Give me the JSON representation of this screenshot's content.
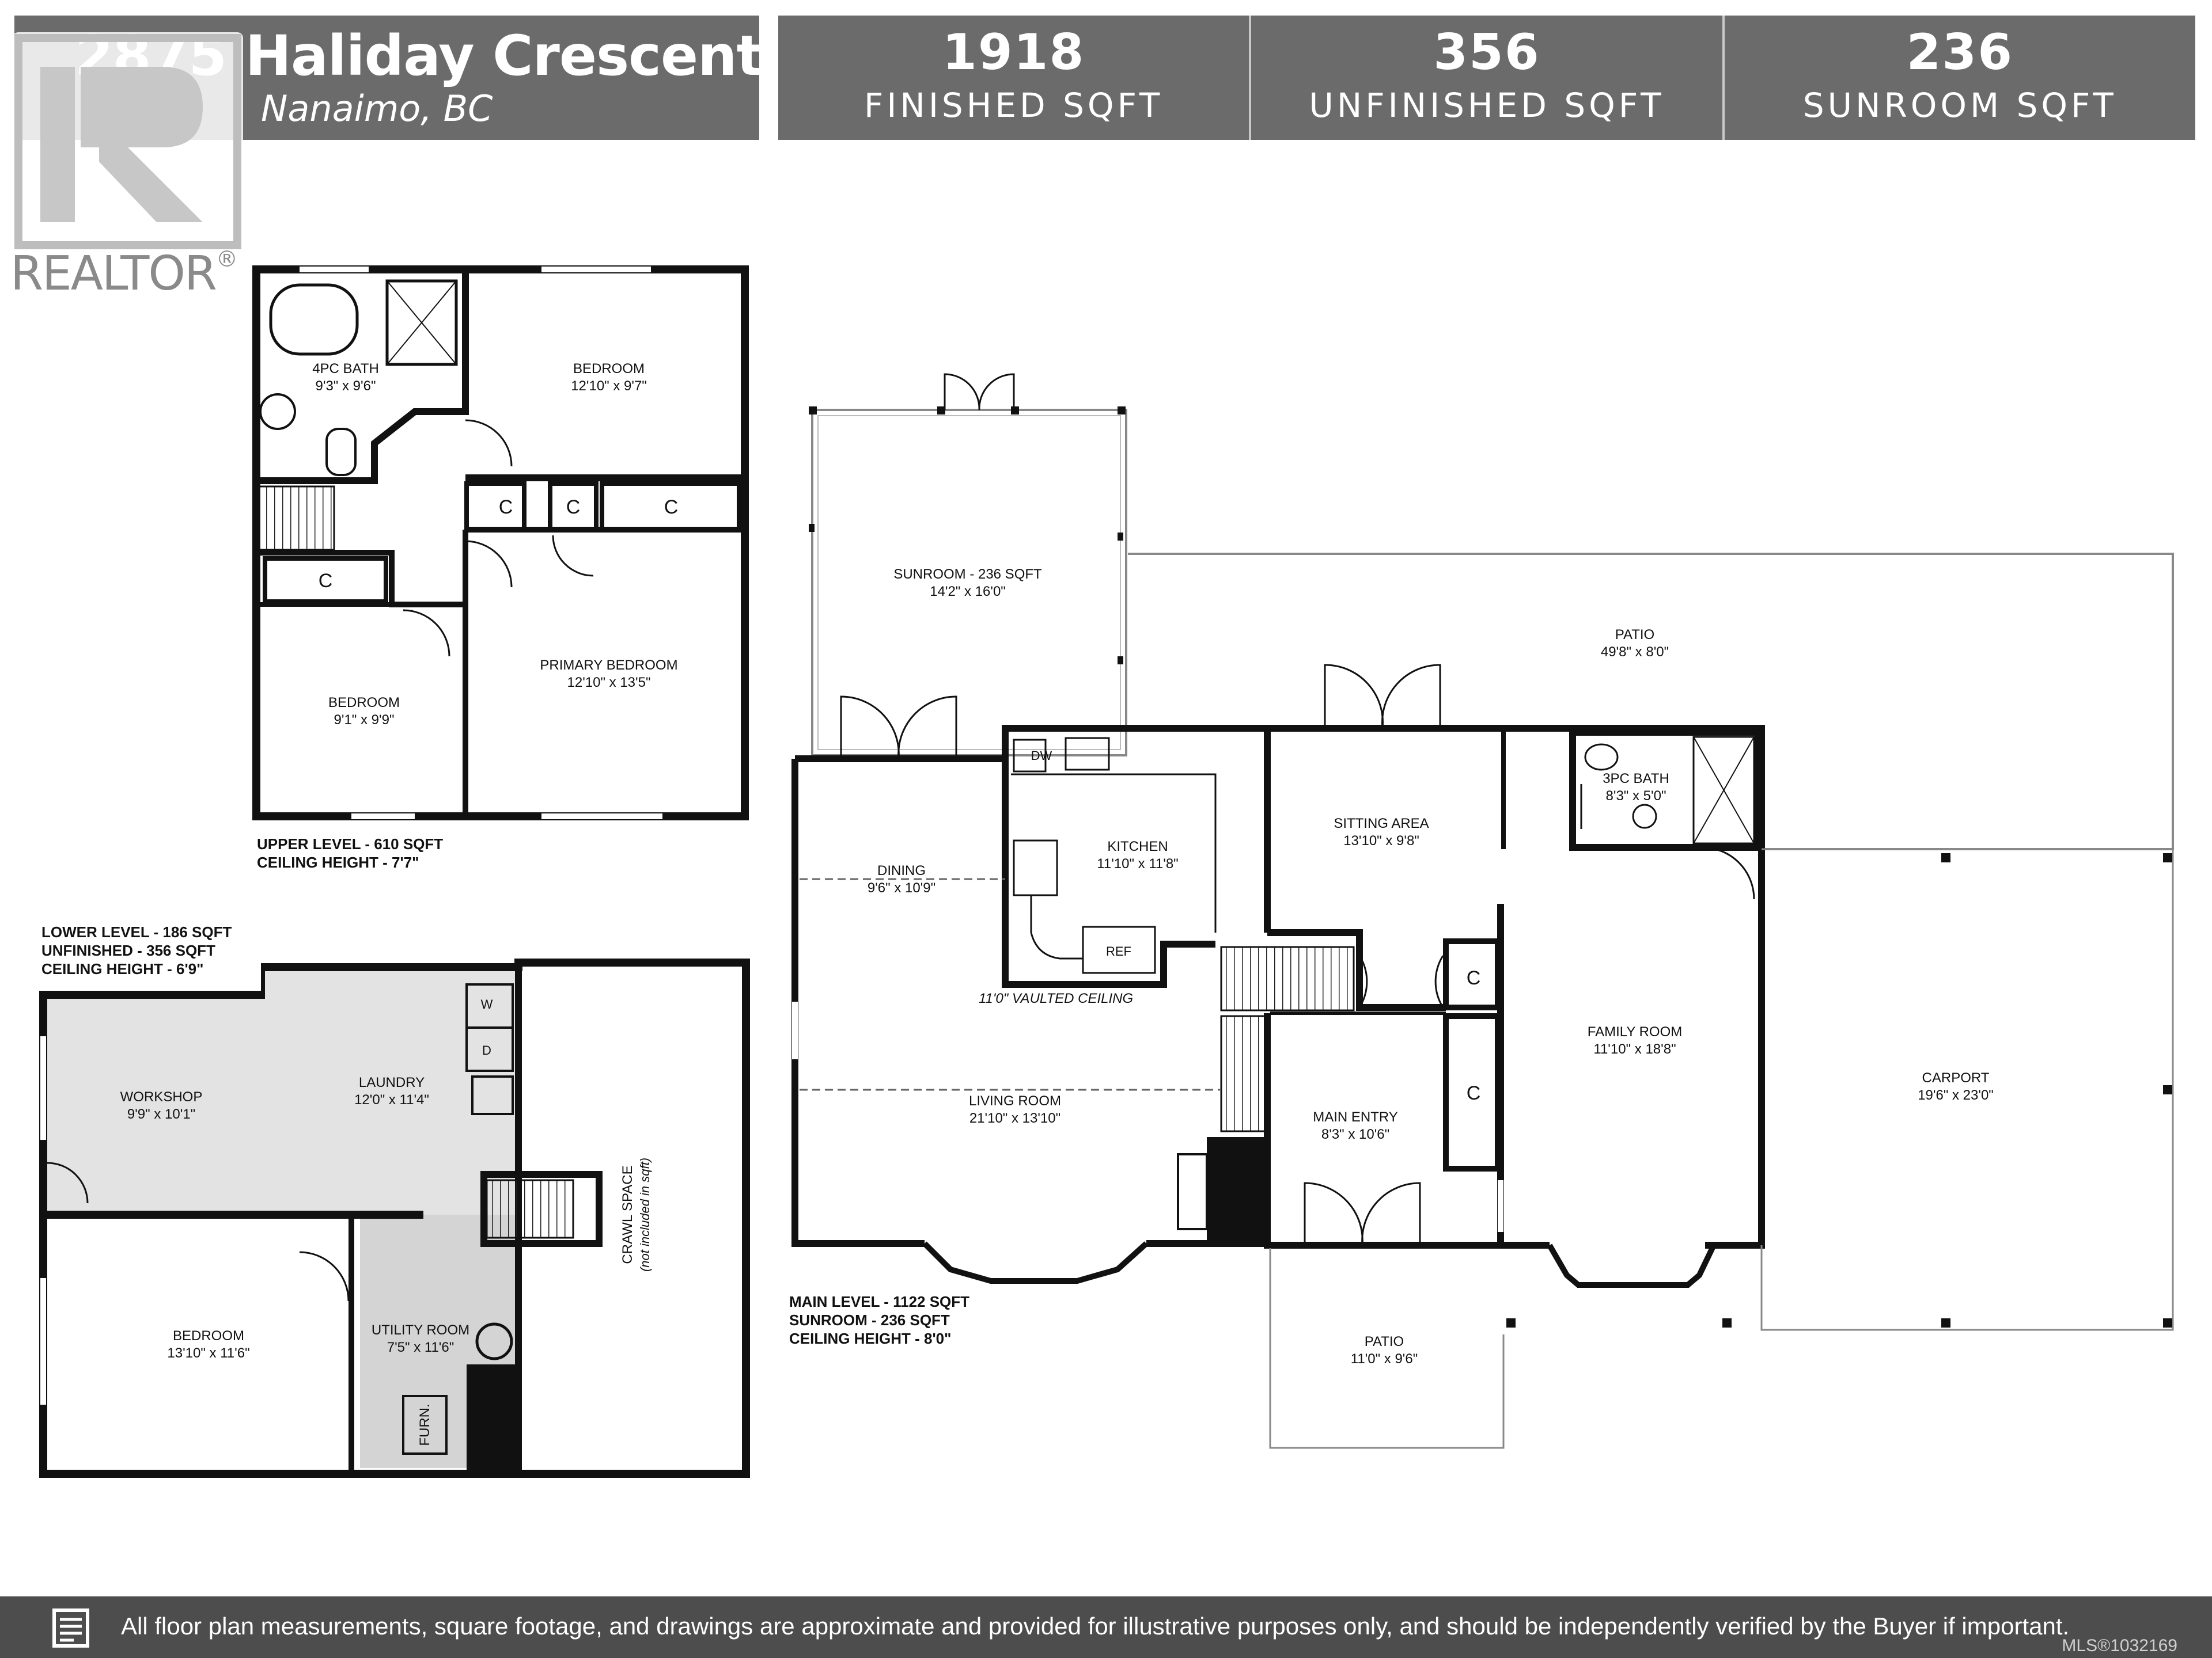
{
  "header": {
    "street": "2875 Haliday Crescent",
    "city": "Nanaimo, BC",
    "stats": [
      {
        "value": "1918",
        "label": "FINISHED SQFT"
      },
      {
        "value": "356",
        "label": "UNFINISHED SQFT"
      },
      {
        "value": "236",
        "label": "SUNROOM SQFT"
      }
    ]
  },
  "brand": {
    "word": "REALTOR",
    "reg": "®"
  },
  "upper": {
    "rooms": {
      "bath4": {
        "name": "4PC BATH",
        "dims": "9'3\" x 9'6\""
      },
      "bedroom_ne": {
        "name": "BEDROOM",
        "dims": "12'10\" x 9'7\""
      },
      "bedroom_sw": {
        "name": "BEDROOM",
        "dims": "9'1\" x 9'9\""
      },
      "primary": {
        "name": "PRIMARY BEDROOM",
        "dims": "12'10\" x 13'5\""
      }
    },
    "closet": "C",
    "info": [
      "UPPER LEVEL - 610 SQFT",
      "CEILING HEIGHT - 7'7\""
    ]
  },
  "lower": {
    "info": [
      "LOWER LEVEL - 186 SQFT",
      "UNFINISHED - 356 SQFT",
      "CEILING HEIGHT - 6'9\""
    ],
    "rooms": {
      "workshop": {
        "name": "WORKSHOP",
        "dims": "9'9\" x 10'1\""
      },
      "laundry": {
        "name": "LAUNDRY",
        "dims": "12'0\" x 11'4\""
      },
      "bedroom": {
        "name": "BEDROOM",
        "dims": "13'10\" x 11'6\""
      },
      "utility": {
        "name": "UTILITY ROOM",
        "dims": "7'5\" x 11'6\""
      }
    },
    "crawl": [
      "CRAWL SPACE",
      "(not included in sqft)"
    ],
    "washer": "W",
    "dryer": "D",
    "furnace": "FURN."
  },
  "main": {
    "rooms": {
      "sunroom": {
        "name": "SUNROOM - 236 SQFT",
        "dims": "14'2\" x 16'0\""
      },
      "patio_top": {
        "name": "PATIO",
        "dims": "49'8\" x 8'0\""
      },
      "kitchen": {
        "name": "KITCHEN",
        "dims": "11'10\" x 11'8\""
      },
      "sitting": {
        "name": "SITTING AREA",
        "dims": "13'10\" x 9'8\""
      },
      "bath3": {
        "name": "3PC BATH",
        "dims": "8'3\" x 5'0\""
      },
      "dining": {
        "name": "DINING",
        "dims": "9'6\" x 10'9\""
      },
      "living": {
        "name": "LIVING ROOM",
        "dims": "21'10\" x 13'10\""
      },
      "family": {
        "name": "FAMILY ROOM",
        "dims": "11'10\" x 18'8\""
      },
      "entry": {
        "name": "MAIN ENTRY",
        "dims": "8'3\" x 10'6\""
      },
      "carport": {
        "name": "CARPORT",
        "dims": "19'6\" x 23'0\""
      },
      "patio_bottom": {
        "name": "PATIO",
        "dims": "11'0\" x 9'6\""
      }
    },
    "dw": "DW",
    "ref": "REF",
    "vaulted": "11'0\" VAULTED CEILING",
    "closet": "C",
    "info": [
      "MAIN LEVEL - 1122 SQFT",
      "SUNROOM - 236 SQFT",
      "CEILING HEIGHT - 8'0\""
    ]
  },
  "footer": {
    "disclaimer": "All floor plan measurements, square footage, and drawings are approximate and provided for illustrative purposes only, and should be independently verified by the Buyer if important.",
    "mls": "MLS®1032169"
  }
}
